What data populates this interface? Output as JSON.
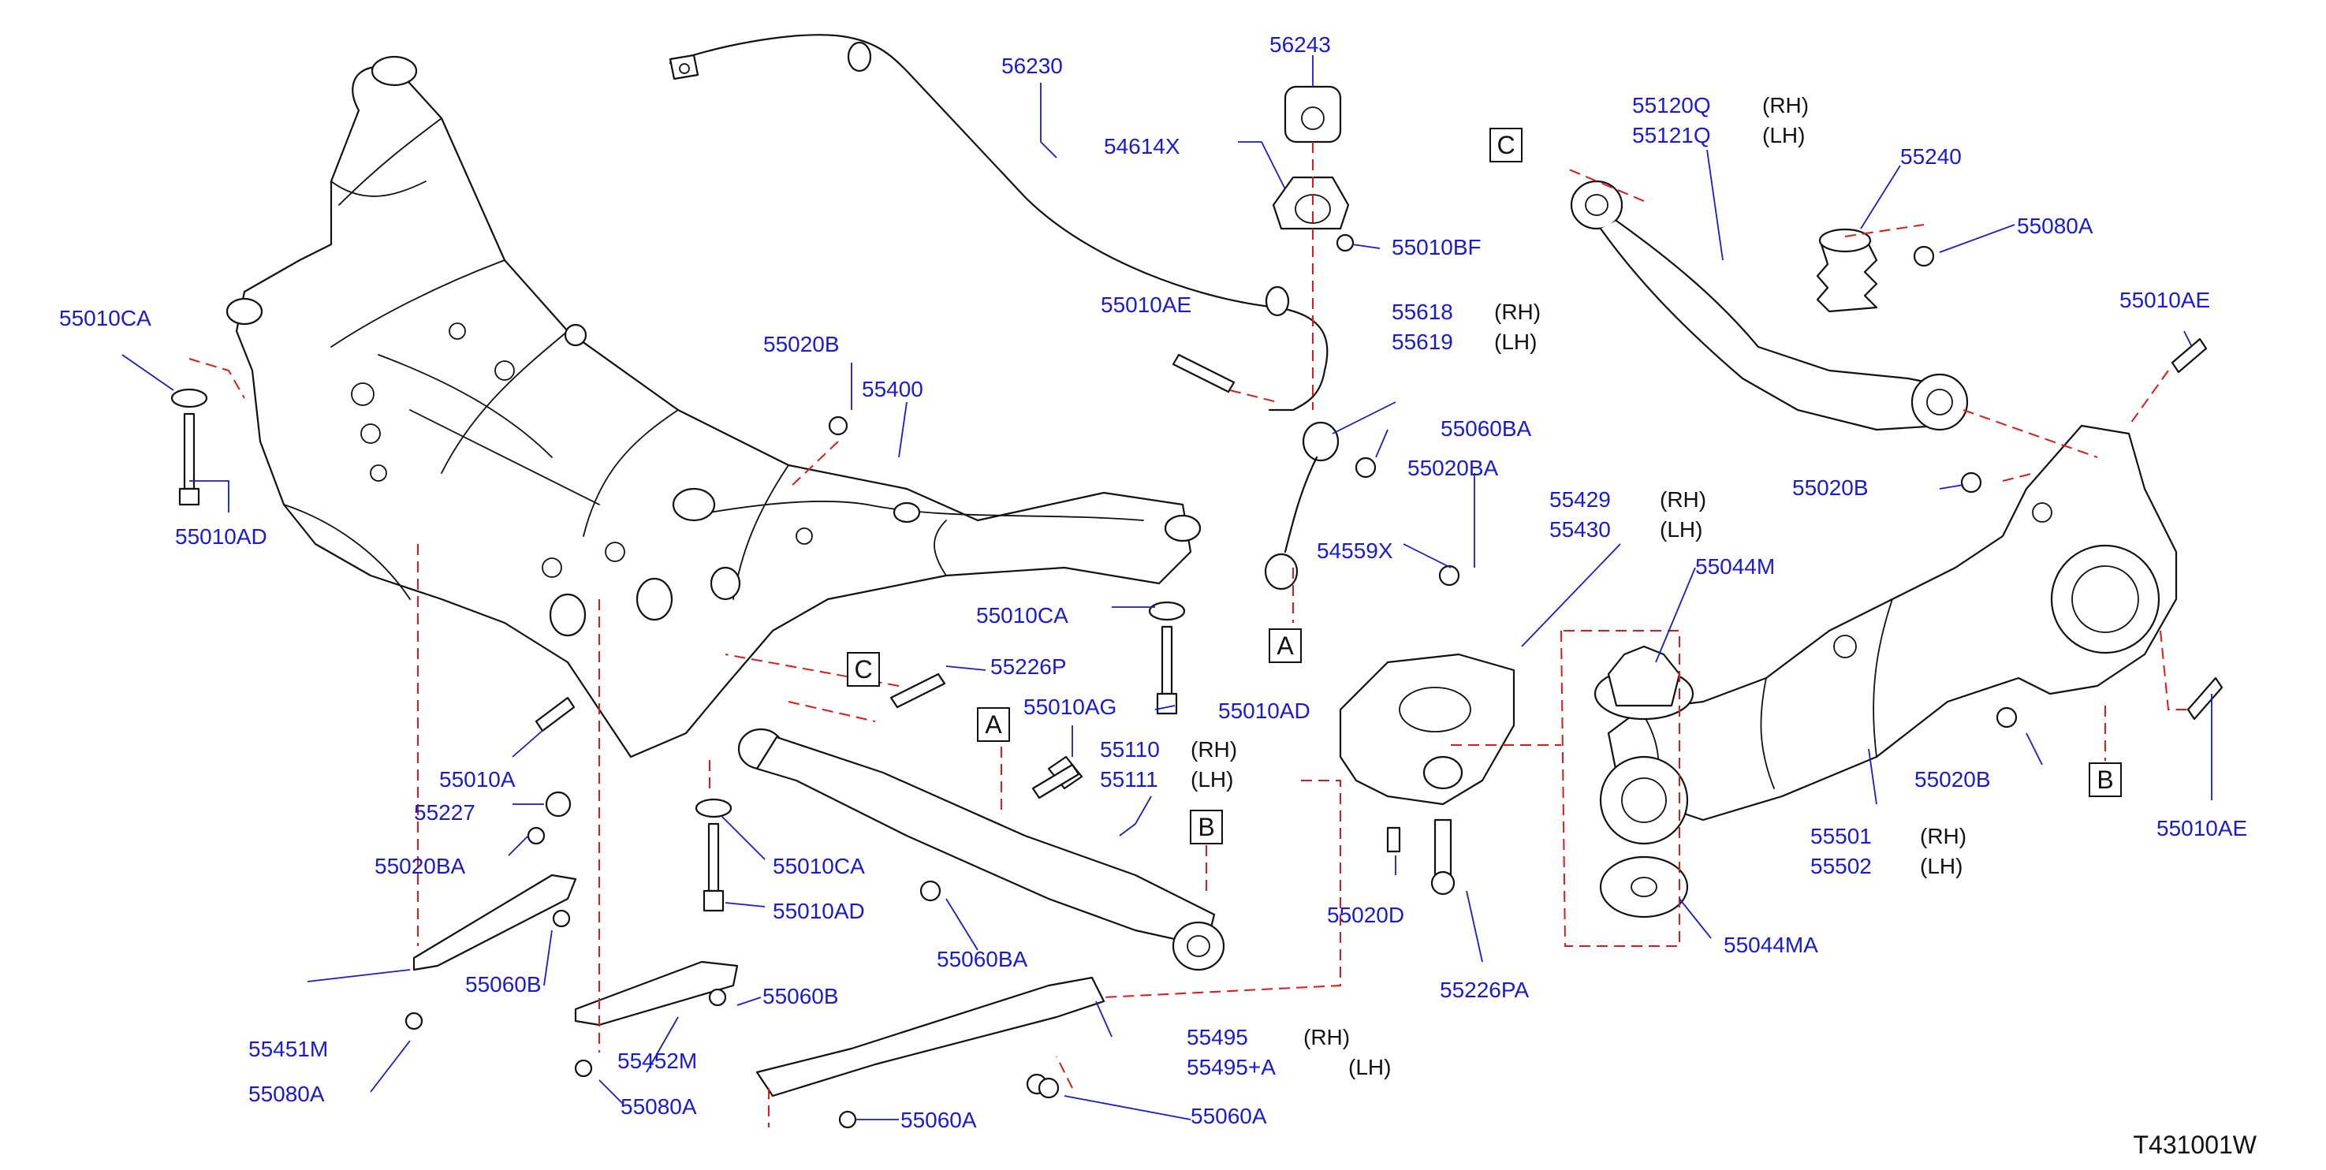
{
  "diagram": {
    "code": "T431001W",
    "callouts": [
      "A",
      "B",
      "C"
    ],
    "parts": {
      "p56230": "56230",
      "p56243": "56243",
      "p54614X": "54614X",
      "p55010BF": "55010BF",
      "p55010AE_a": "55010AE",
      "p55618": "55618",
      "p55619": "55619",
      "p55060BA_a": "55060BA",
      "p55020BA_a": "55020BA",
      "p54559X": "54559X",
      "p55120Q": "55120Q",
      "p55121Q": "55121Q",
      "p55240": "55240",
      "p55080A_a": "55080A",
      "p55010AE_b": "55010AE",
      "p55020B_a": "55020B",
      "p55429": "55429",
      "p55430": "55430",
      "p55044M": "55044M",
      "p55010CA_a": "55010CA",
      "p55010AD_a": "55010AD",
      "p55020B_b": "55020B",
      "p55400": "55400",
      "p55010CA_b": "55010CA",
      "p55010AD_b": "55010AD",
      "p55226P": "55226P",
      "p55010AG": "55010AG",
      "p55110": "55110",
      "p55111": "55111",
      "p55010A": "55010A",
      "p55227": "55227",
      "p55020BA_b": "55020BA",
      "p55010CA_c": "55010CA",
      "p55010AD_c": "55010AD",
      "p55060BA_b": "55060BA",
      "p55020D": "55020D",
      "p55226PA": "55226PA",
      "p55044MA": "55044MA",
      "p55020B_c": "55020B",
      "p55501": "55501",
      "p55502": "55502",
      "p55010AE_c": "55010AE",
      "p55060B_a": "55060B",
      "p55451M": "55451M",
      "p55080A_b": "55080A",
      "p55452M": "55452M",
      "p55060B_b": "55060B",
      "p55080A_c": "55080A",
      "p55495": "55495",
      "p55495A": "55495+A",
      "p55060A_a": "55060A",
      "p55060A_b": "55060A"
    },
    "sides": {
      "rh": "(RH)",
      "lh": "(LH)"
    },
    "colors": {
      "label": "#1a1ad0",
      "reference_line": "#e01818",
      "outline": "#111111"
    }
  }
}
